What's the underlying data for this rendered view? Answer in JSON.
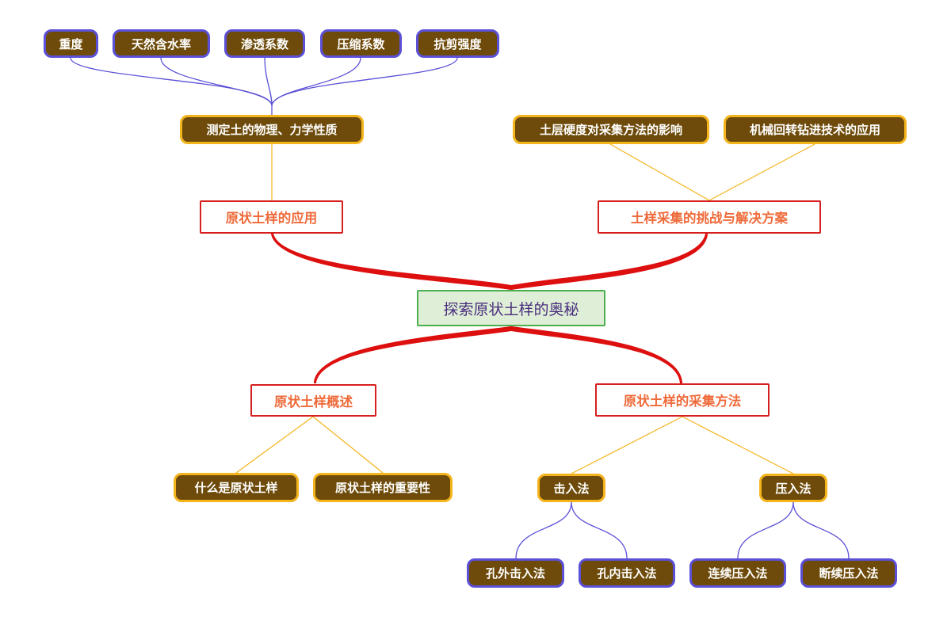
{
  "root": {
    "label": "探索原状土样的奥秘"
  },
  "branches": {
    "application": {
      "label": "原状土样的应用",
      "child": {
        "label": "测定土的物理、力学性质",
        "leaves": [
          "重度",
          "天然含水率",
          "渗透系数",
          "压缩系数",
          "抗剪强度"
        ]
      }
    },
    "challenges": {
      "label": "土样采集的挑战与解决方案",
      "children": [
        "土层硬度对采集方法的影响",
        "机械回转钻进技术的应用"
      ]
    },
    "overview": {
      "label": "原状土样概述",
      "children": [
        "什么是原状土样",
        "原状土样的重要性"
      ]
    },
    "methods": {
      "label": "原状土样的采集方法",
      "children": [
        {
          "label": "击入法",
          "leaves": [
            "孔外击入法",
            "孔内击入法"
          ]
        },
        {
          "label": "压入法",
          "leaves": [
            "连续压入法",
            "断续压入法"
          ]
        }
      ]
    }
  },
  "colors": {
    "root_fill": "#dfeed6",
    "root_border": "#4caf50",
    "root_text": "#4a2e7e",
    "main_border": "#d61f1f",
    "main_text": "#ef6a3a",
    "sub_fill": "#6e4b0a",
    "gold_border": "#f4b41c",
    "blue_border": "#5b50d6",
    "main_link": "#dd0f0f",
    "gold_link": "#f4b41c",
    "blue_link": "#5b50d6"
  }
}
